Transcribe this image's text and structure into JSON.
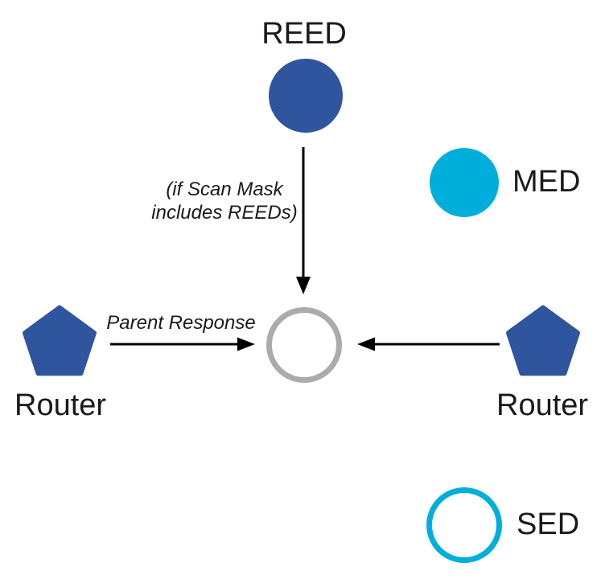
{
  "diagram": {
    "nodes": {
      "reed": {
        "label": "REED"
      },
      "med": {
        "label": "MED"
      },
      "sed": {
        "label": "SED"
      },
      "router_left": {
        "label": "Router"
      },
      "router_right": {
        "label": "Router"
      }
    },
    "annotations": {
      "scan_mask_line1": "(if Scan Mask",
      "scan_mask_line2": "includes REEDs)",
      "parent_response": "Parent Response"
    },
    "colors": {
      "primary_blue": "#2E559D",
      "cyan": "#00AEDC",
      "gray_outline": "#ABABAB",
      "arrow": "#000000",
      "text": "#1A1A1A"
    }
  }
}
